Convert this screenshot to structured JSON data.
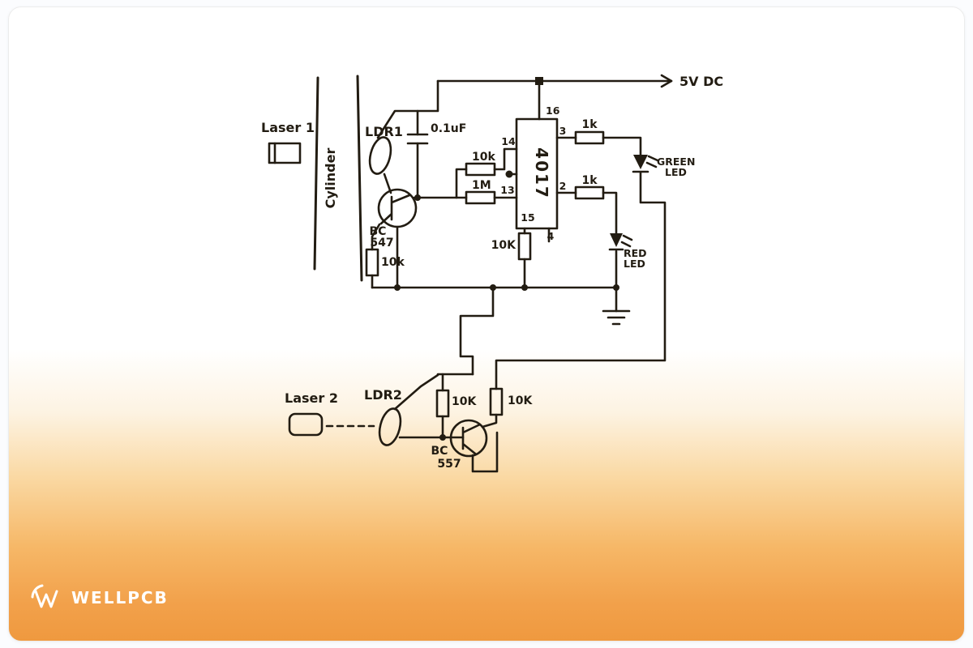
{
  "colors": {
    "ink": "#221c12",
    "card_top": "#ffffff",
    "card_bottom_orange": "#ef993f",
    "brand_text": "#ffffff"
  },
  "schematic": {
    "labels": {
      "power": "5V DC",
      "laser1": "Laser 1",
      "cylinder": "Cylinder",
      "ldr1": "LDR1",
      "cap": "0.1uF",
      "r10k_clock": "10k",
      "r1m": "1M",
      "ic": "4017",
      "pin16": "16",
      "pin14": "14",
      "pin13": "13",
      "pin15": "15",
      "pin4": "4",
      "pin3": "3",
      "pin2": "2",
      "r1k_green": "1k",
      "r1k_red": "1k",
      "green_led_1": "GREEN",
      "green_led_2": "LED",
      "red_led_1": "RED",
      "red_led_2": "LED",
      "r10k_reset": "10K",
      "q1_1": "BC",
      "q1_2": "547",
      "r10k_q1": "10k",
      "laser2": "Laser 2",
      "ldr2": "LDR2",
      "r10k_b1": "10K",
      "r10k_b2": "10K",
      "q2_1": "BC",
      "q2_2": "557"
    }
  },
  "footer": {
    "brand": "WELLPCB"
  }
}
